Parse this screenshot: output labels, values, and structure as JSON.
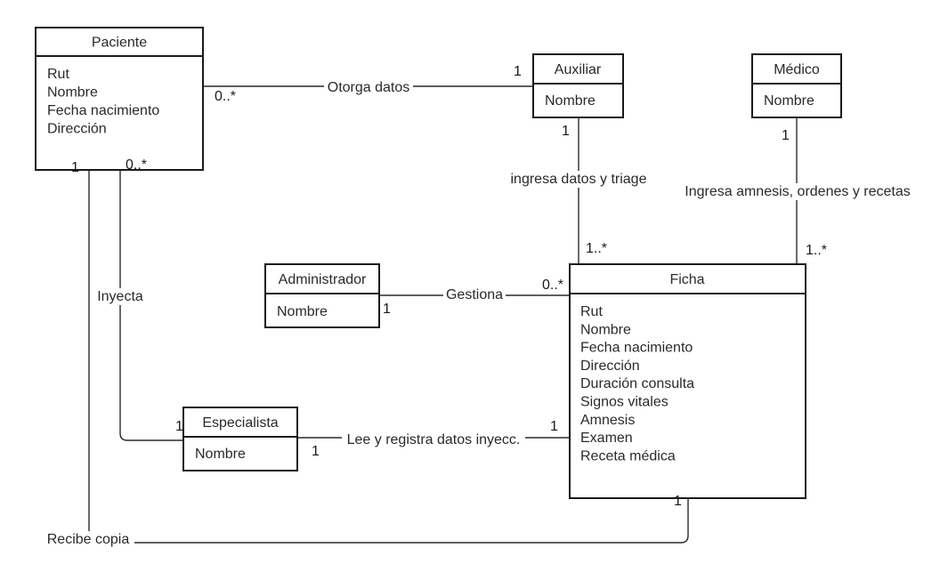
{
  "classes": [
    {
      "id": "paciente",
      "title": "Paciente",
      "attributes": [
        "Rut",
        "Nombre",
        "Fecha nacimiento",
        "Dirección"
      ]
    },
    {
      "id": "auxiliar",
      "title": "Auxiliar",
      "attributes": [
        "Nombre"
      ]
    },
    {
      "id": "medico",
      "title": "Médico",
      "attributes": [
        "Nombre"
      ]
    },
    {
      "id": "administrador",
      "title": "Administrador",
      "attributes": [
        "Nombre"
      ]
    },
    {
      "id": "ficha",
      "title": "Ficha",
      "attributes": [
        "Rut",
        "Nombre",
        "Fecha nacimiento",
        "Dirección",
        "Duración consulta",
        "Signos vitales",
        "Amnesis",
        "Examen",
        "Receta médica"
      ]
    },
    {
      "id": "especialista",
      "title": "Especialista",
      "attributes": [
        "Nombre"
      ]
    }
  ],
  "associations": [
    {
      "id": "otorga",
      "label": "Otorga datos",
      "from": "paciente",
      "to": "auxiliar",
      "mult_from": "0..*",
      "mult_to": "1"
    },
    {
      "id": "ingresa-triage",
      "label": "ingresa datos y triage",
      "from": "auxiliar",
      "to": "ficha",
      "mult_from": "1",
      "mult_to": "1..*"
    },
    {
      "id": "ingresa-amnesis",
      "label": "Ingresa amnesis, ordenes y recetas",
      "from": "medico",
      "to": "ficha",
      "mult_from": "1",
      "mult_to": "1..*"
    },
    {
      "id": "gestiona",
      "label": "Gestiona",
      "from": "administrador",
      "to": "ficha",
      "mult_from": "1",
      "mult_to": "0..*"
    },
    {
      "id": "inyecta",
      "label": "Inyecta",
      "from": "paciente",
      "to": "especialista",
      "mult_from": "0..*",
      "mult_to": "1"
    },
    {
      "id": "lee",
      "label": "Lee y registra datos inyecc.",
      "from": "especialista",
      "to": "ficha",
      "mult_from": "1",
      "mult_to": "1"
    },
    {
      "id": "recibe",
      "label": "Recibe  copia",
      "from": "paciente",
      "to": "ficha",
      "mult_from": "1",
      "mult_to": "1"
    }
  ]
}
